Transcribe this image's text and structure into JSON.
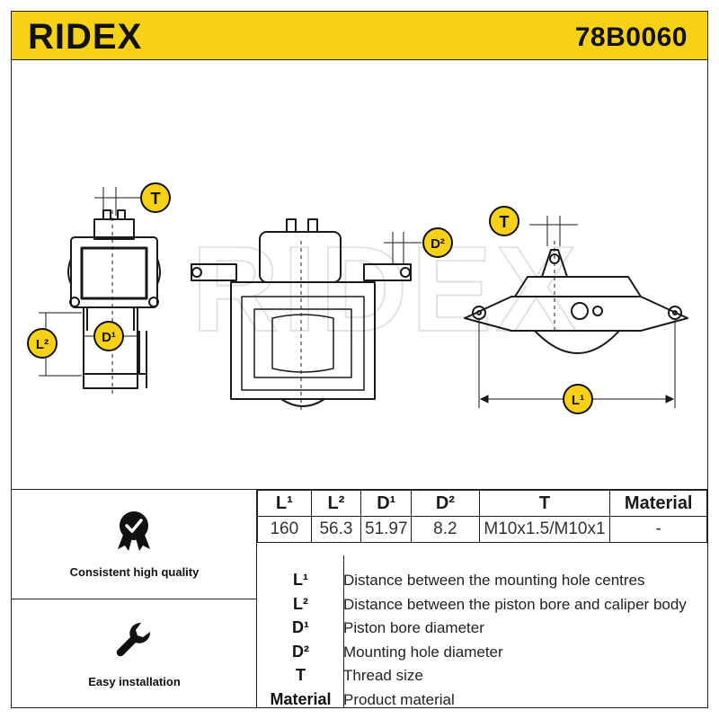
{
  "header": {
    "brand": "RIDEX",
    "part_number": "78B0060",
    "colors": {
      "header_bg": "#f7d117",
      "ink": "#1a1a1a",
      "watermark": "#e6e6e6"
    }
  },
  "drawing": {
    "callouts": {
      "t_left": "T",
      "t_right": "T",
      "d2": "D²",
      "l2": "L²",
      "d1": "D¹",
      "l1": "L¹"
    },
    "watermark": "RIDEX"
  },
  "features": [
    {
      "icon": "quality-badge-icon",
      "label": "Consistent high quality"
    },
    {
      "icon": "wrench-icon",
      "label": "Easy installation"
    }
  ],
  "spec_table": {
    "headers": [
      "L¹",
      "L²",
      "D¹",
      "D²",
      "T",
      "Material"
    ],
    "values": [
      "160",
      "56.3",
      "51.97",
      "8.2",
      "M10x1.5/M10x1",
      "-"
    ]
  },
  "legend": [
    {
      "symbol": "L¹",
      "description": "Distance between the mounting hole centres"
    },
    {
      "symbol": "L²",
      "description": "Distance between the piston bore and caliper body"
    },
    {
      "symbol": "D¹",
      "description": "Piston bore diameter"
    },
    {
      "symbol": "D²",
      "description": "Mounting hole diameter"
    },
    {
      "symbol": "T",
      "description": "Thread size"
    },
    {
      "symbol": "Material",
      "description": "Product material"
    }
  ]
}
